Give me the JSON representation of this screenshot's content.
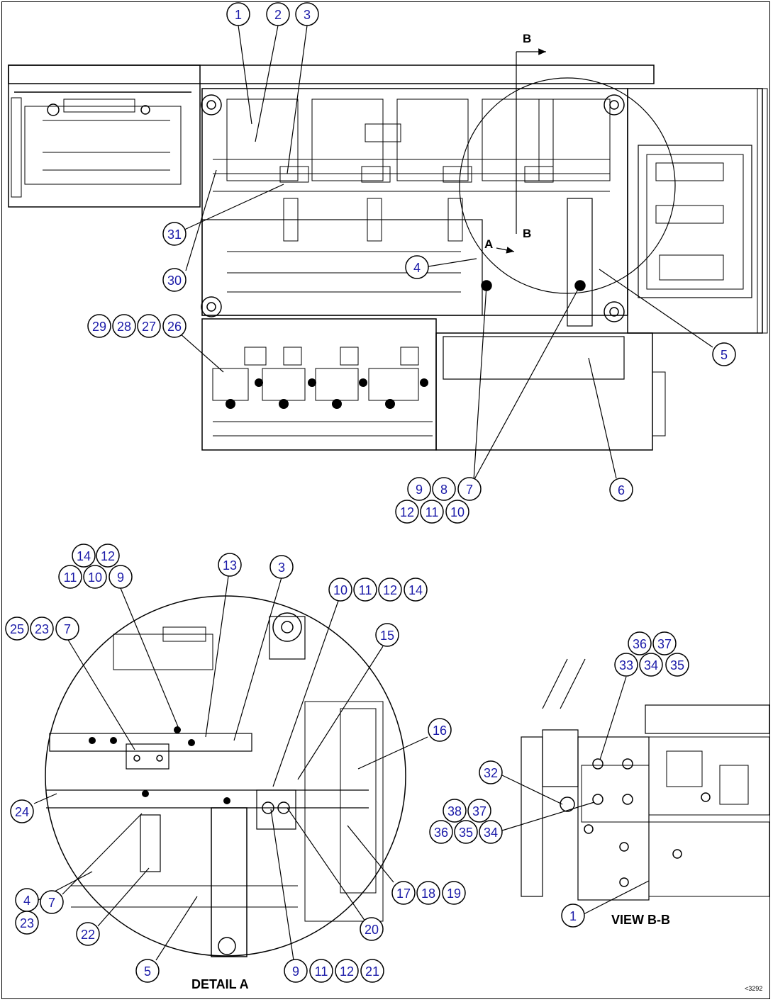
{
  "callouts": {
    "c_top_1": "1",
    "c_top_2": "2",
    "c_top_3": "3",
    "c_top_31": "31",
    "c_top_30": "30",
    "c_top_4": "4",
    "c_top_5": "5",
    "c_top_29": "29",
    "c_top_28": "28",
    "c_top_27": "27",
    "c_top_26": "26",
    "c_top_6": "6",
    "c_top_9": "9",
    "c_top_8": "8",
    "c_top_7": "7",
    "c_top_12": "12",
    "c_top_11": "11",
    "c_top_10": "10",
    "c_da_14a": "14",
    "c_da_12a": "12",
    "c_da_11a": "11",
    "c_da_10a": "10",
    "c_da_9a": "9",
    "c_da_13": "13",
    "c_da_3": "3",
    "c_da_10b": "10",
    "c_da_11b": "11",
    "c_da_12b": "12",
    "c_da_14b": "14",
    "c_da_25": "25",
    "c_da_23a": "23",
    "c_da_7a": "7",
    "c_da_15": "15",
    "c_da_16": "16",
    "c_da_24": "24",
    "c_da_4": "4",
    "c_da_23b": "23",
    "c_da_7b": "7",
    "c_da_22": "22",
    "c_da_5": "5",
    "c_da_17": "17",
    "c_da_18": "18",
    "c_da_19": "19",
    "c_da_20": "20",
    "c_da_9b": "9",
    "c_da_11c": "11",
    "c_da_12c": "12",
    "c_da_21": "21",
    "c_vb_36a": "36",
    "c_vb_37a": "37",
    "c_vb_33": "33",
    "c_vb_34a": "34",
    "c_vb_35a": "35",
    "c_vb_32": "32",
    "c_vb_38": "38",
    "c_vb_37b": "37",
    "c_vb_36b": "36",
    "c_vb_35b": "35",
    "c_vb_34b": "34",
    "c_vb_1": "1"
  },
  "labels": {
    "section_b_top": "B",
    "section_b_mid": "B",
    "detail_a_marker": "A",
    "detail_a_title": "DETAIL A",
    "view_bb_title": "VIEW B-B",
    "figure_code": "<3292"
  },
  "colors": {
    "callout_text": "#1a1aa8",
    "line": "#000000"
  }
}
